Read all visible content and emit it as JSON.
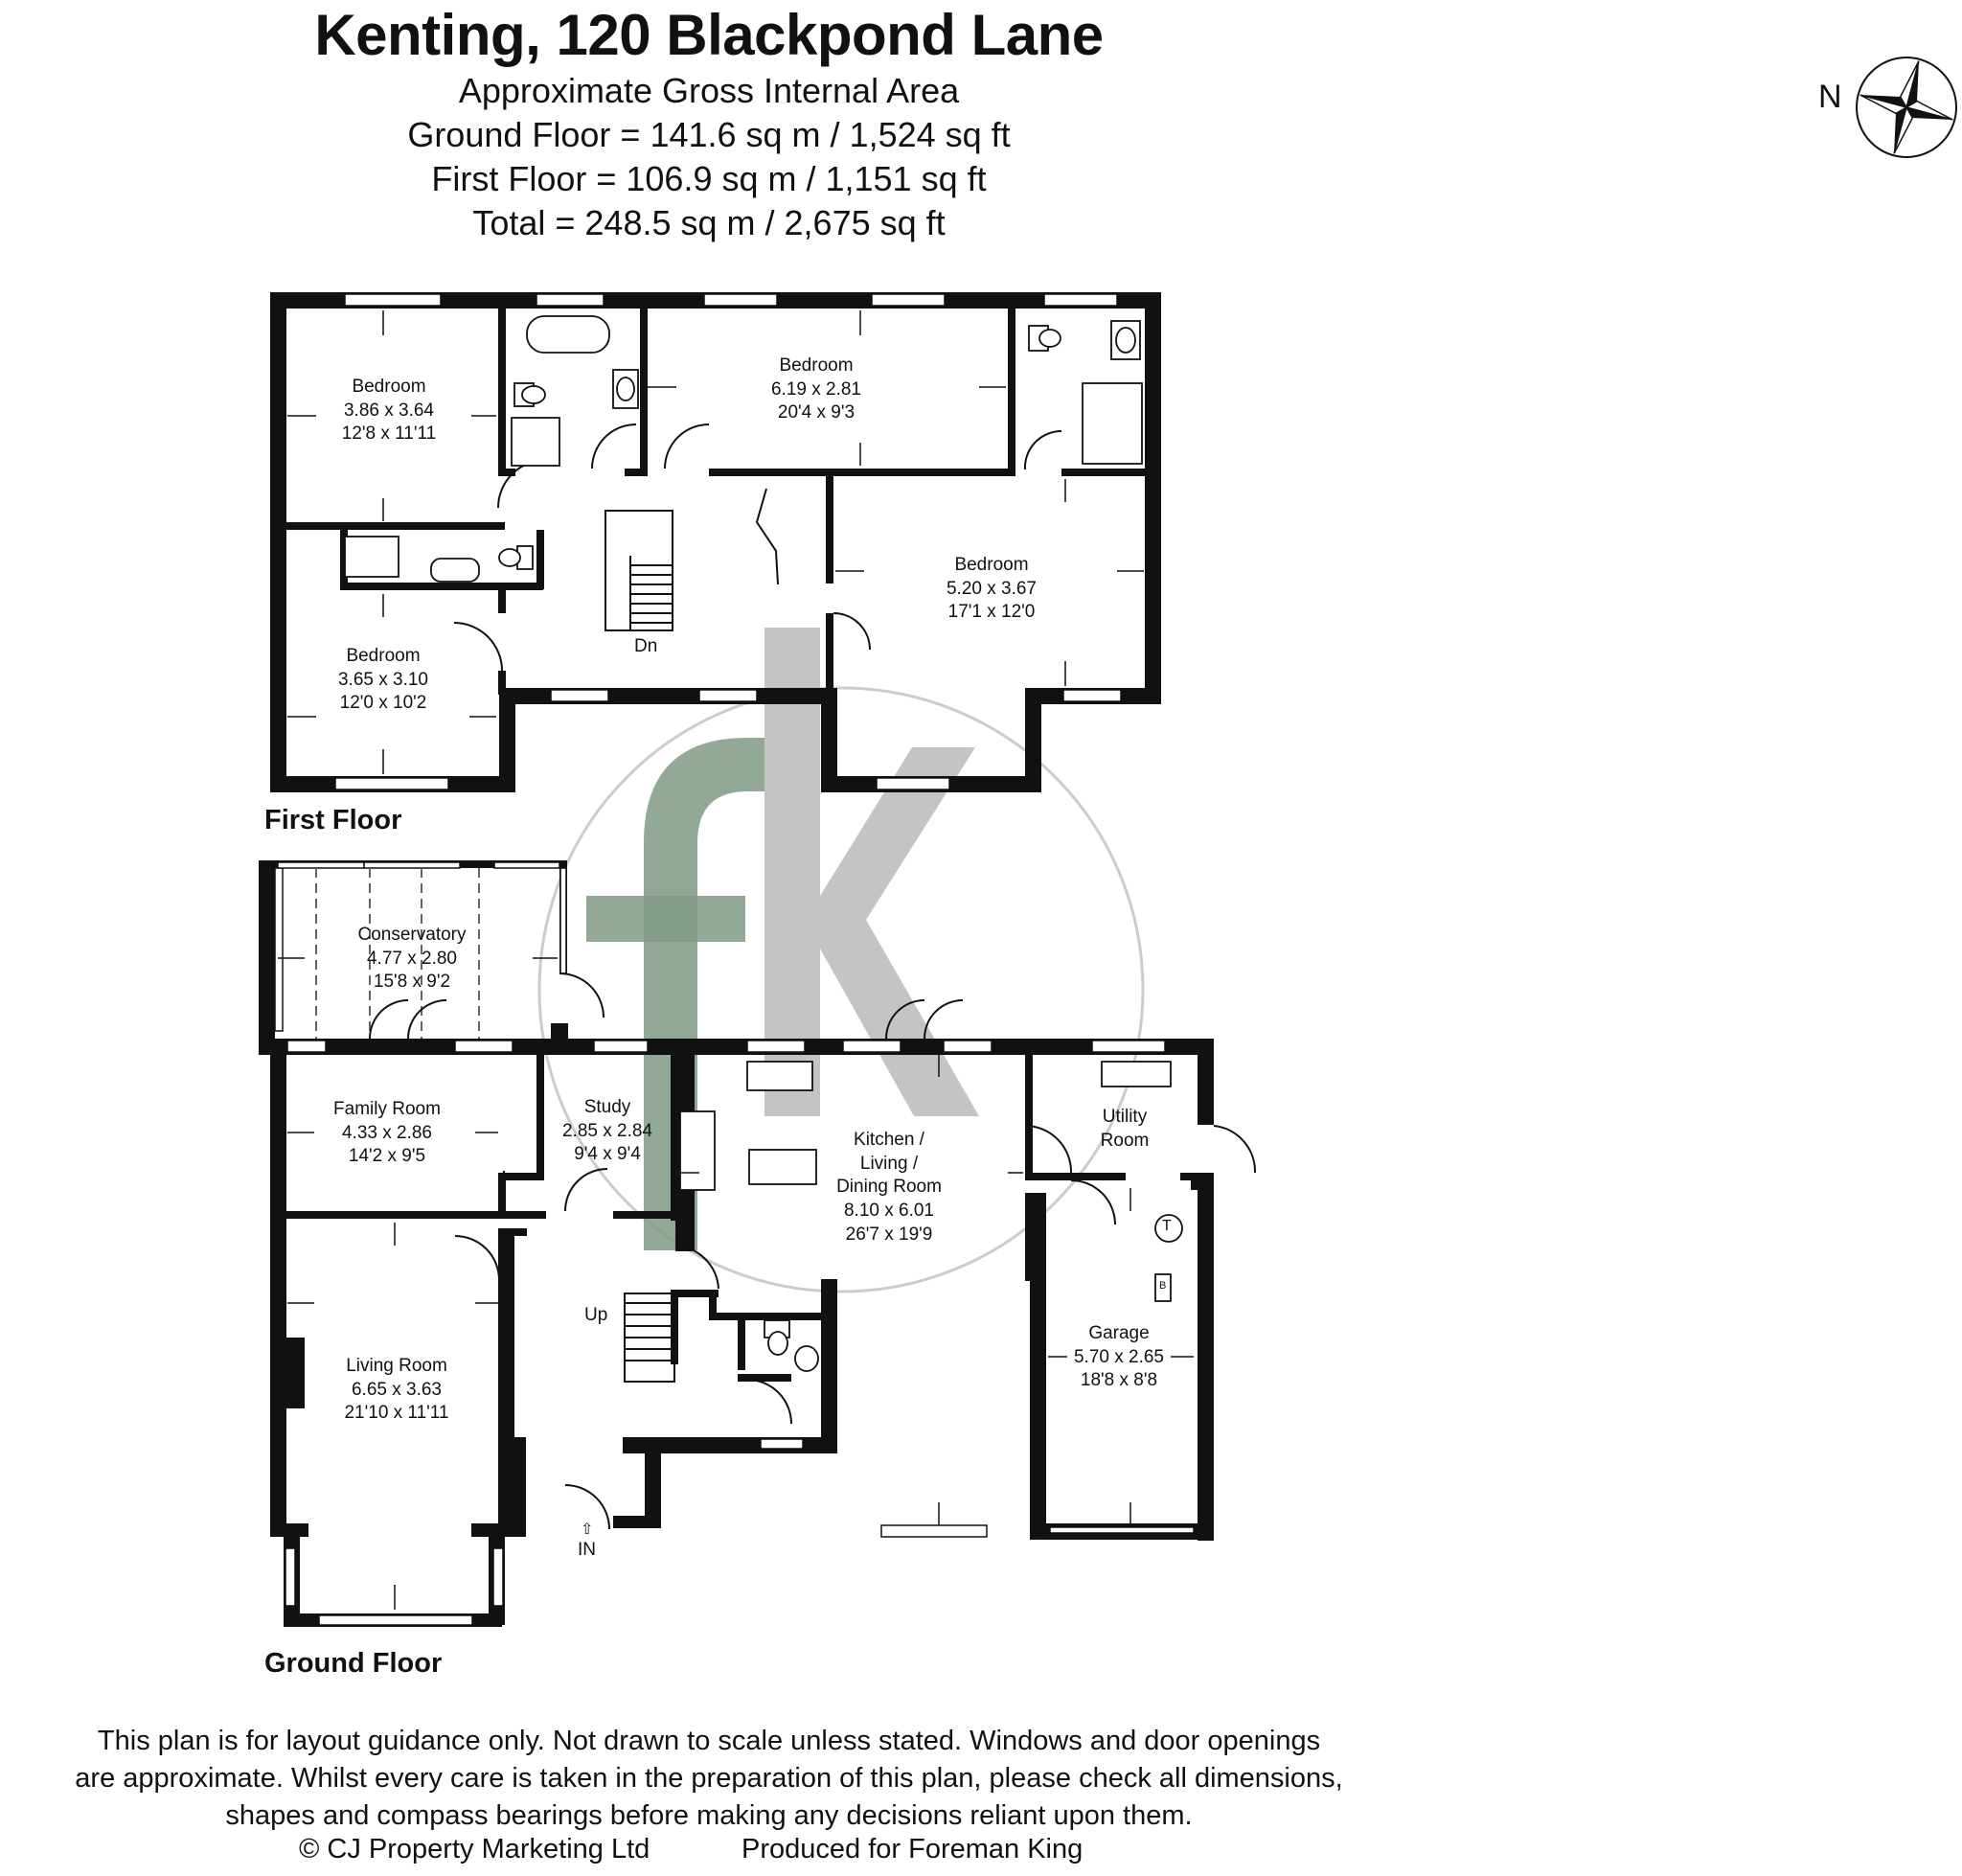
{
  "header": {
    "title": "Kenting, 120 Blackpond Lane",
    "area_heading": "Approximate Gross Internal Area",
    "ground_floor_area": "Ground Floor = 141.6 sq m / 1,524 sq ft",
    "first_floor_area": "First Floor = 106.9 sq m / 1,151 sq ft",
    "total_area": "Total = 248.5 sq m / 2,675 sq ft"
  },
  "compass": {
    "label": "N",
    "icon": "compass-rose-icon"
  },
  "first_floor": {
    "label": "First Floor",
    "rooms": [
      {
        "name": "Bedroom",
        "metric": "3.86 x 3.64",
        "imperial": "12'8 x 11'11"
      },
      {
        "name": "Bedroom",
        "metric": "6.19 x 2.81",
        "imperial": "20'4 x 9'3"
      },
      {
        "name": "Bedroom",
        "metric": "5.20 x 3.67",
        "imperial": "17'1 x 12'0"
      },
      {
        "name": "Bedroom",
        "metric": "3.65 x 3.10",
        "imperial": "12'0 x 10'2"
      }
    ],
    "stairs_label": "Dn"
  },
  "ground_floor": {
    "label": "Ground Floor",
    "rooms": [
      {
        "name": "Conservatory",
        "metric": "4.77 x 2.80",
        "imperial": "15'8 x 9'2"
      },
      {
        "name": "Family Room",
        "metric": "4.33 x 2.86",
        "imperial": "14'2 x 9'5"
      },
      {
        "name": "Study",
        "metric": "2.85 x 2.84",
        "imperial": "9'4 x 9'4"
      },
      {
        "name": "Kitchen /",
        "name2": "Living /",
        "name3": "Dining Room",
        "metric": "8.10 x 6.01",
        "imperial": "26'7 x 19'9"
      },
      {
        "name": "Utility",
        "name2": "Room"
      },
      {
        "name": "Garage",
        "metric": "5.70 x 2.65",
        "imperial": "18'8 x 8'8"
      },
      {
        "name": "Living Room",
        "metric": "6.65 x 3.63",
        "imperial": "21'10 x 11'11"
      }
    ],
    "stairs_label": "Up",
    "entrance_label": "IN",
    "tank_label": "T",
    "boiler_label": "B"
  },
  "watermark": {
    "logo": "fk-logo",
    "color_green": "#7f9a86",
    "color_grey": "#bfbfbf"
  },
  "footer": {
    "disclaimer_1": "This plan is for layout guidance only. Not drawn to scale unless stated. Windows and door openings",
    "disclaimer_2": "are approximate. Whilst every care is taken in the preparation of this plan, please check all dimensions,",
    "disclaimer_3": "shapes and compass bearings before making any decisions reliant upon them.",
    "copyright": "© CJ Property Marketing Ltd",
    "produced_for": "Produced for Foreman King"
  }
}
